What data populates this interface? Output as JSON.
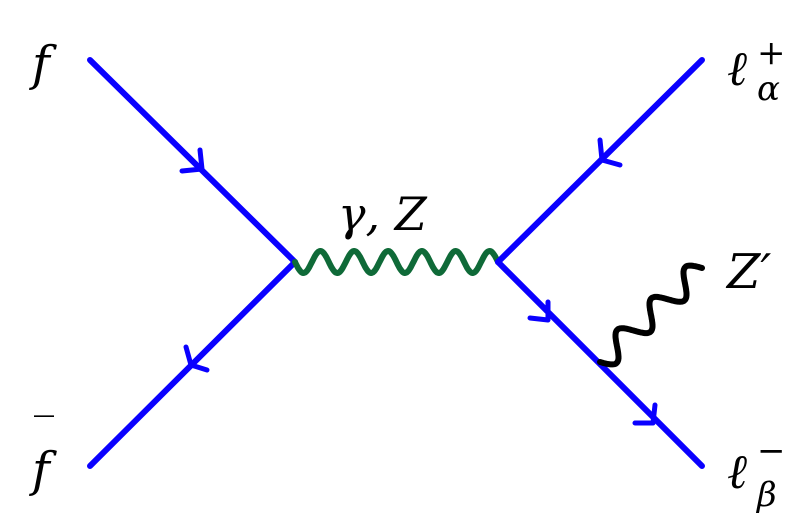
{
  "diagram": {
    "labels": {
      "f": "f",
      "fbar": "f",
      "fbar_bar": "‾",
      "boson": "γ, Z",
      "lplus_base": "ℓ",
      "lplus_sup": "+",
      "lplus_sub": "α",
      "zprime": "Z′",
      "lminus_base": "ℓ",
      "lminus_sup": "−",
      "lminus_sub": "β"
    },
    "colors": {
      "fermion": "#0a00ff",
      "propagator": "#0f6a38",
      "emission": "#000000"
    }
  }
}
